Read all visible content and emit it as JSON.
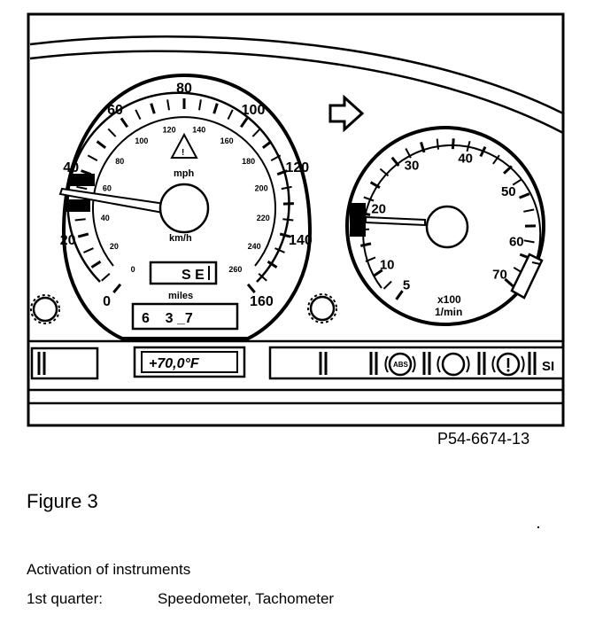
{
  "figure_ref": "P54-6674-13",
  "figure_title": "Figure 3",
  "caption": {
    "line1": "Activation of instruments",
    "line2_label": "1st quarter:",
    "line2_value": "Speedometer, Tachometer"
  },
  "speedometer": {
    "mph_labels": [
      "0",
      "20",
      "40",
      "60",
      "80",
      "100",
      "120",
      "140",
      "160"
    ],
    "kmh_labels": [
      "0",
      "20",
      "40",
      "60",
      "80",
      "100",
      "120",
      "140",
      "160",
      "180",
      "200",
      "220",
      "240",
      "260"
    ],
    "mph_unit": "mph",
    "kmh_unit": "km/h",
    "trip_display": "S E",
    "miles_label": "miles",
    "odometer": "6    3 _7"
  },
  "tachometer": {
    "labels": [
      "5",
      "10",
      "20",
      "30",
      "40",
      "50",
      "60",
      "70"
    ],
    "unit_multiplier": "x100",
    "unit": "1/min"
  },
  "bottom_strip": {
    "temp_display": "+70,0°F",
    "abs_label": "ABS",
    "right_partial": "SI"
  }
}
